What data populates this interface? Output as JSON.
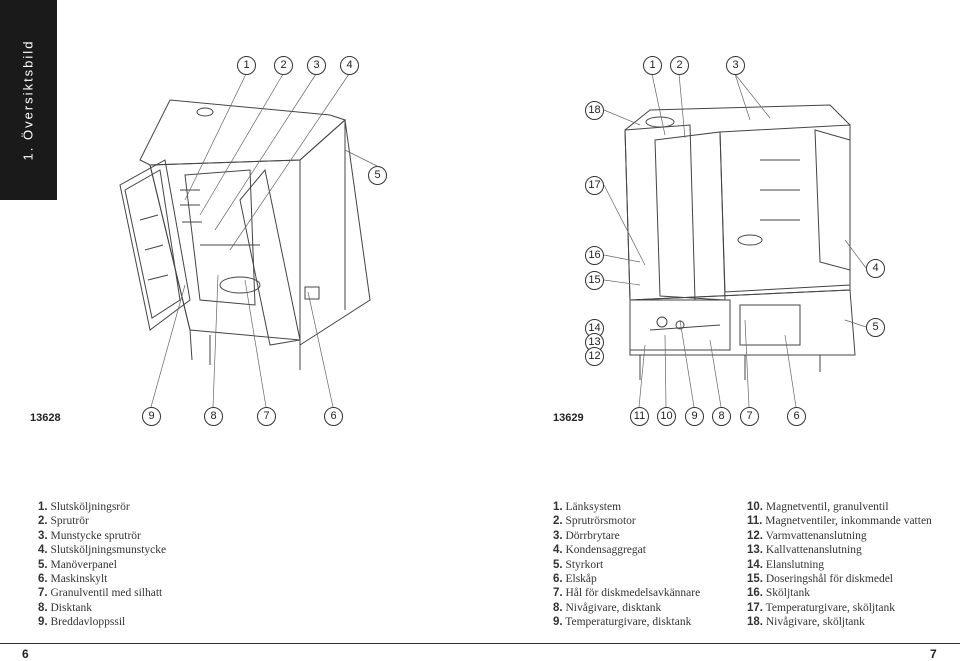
{
  "sidebar": {
    "title": "1. Översiktsbild"
  },
  "figure_left": {
    "id": "13628",
    "callouts_top": [
      "1",
      "2",
      "3",
      "4"
    ],
    "callout_side": "5",
    "callouts_bottom": [
      "9",
      "8",
      "7",
      "6"
    ]
  },
  "figure_right": {
    "id": "13629",
    "callouts_top": [
      "1",
      "2",
      "3"
    ],
    "callouts_left": [
      "18",
      "17",
      "16",
      "15",
      "14",
      "13",
      "12"
    ],
    "callouts_right": [
      "4",
      "5"
    ],
    "callouts_bottom": [
      "11",
      "10",
      "9",
      "8",
      "7",
      "6"
    ]
  },
  "list_left": [
    {
      "n": "1.",
      "t": "Slutsköljningsrör"
    },
    {
      "n": "2.",
      "t": "Sprutrör"
    },
    {
      "n": "3.",
      "t": "Munstycke sprutrör"
    },
    {
      "n": "4.",
      "t": "Slutsköljningsmunstycke"
    },
    {
      "n": "5.",
      "t": "Manöverpanel"
    },
    {
      "n": "6.",
      "t": "Maskinskylt"
    },
    {
      "n": "7.",
      "t": "Granulventil med silhatt"
    },
    {
      "n": "8.",
      "t": "Disktank"
    },
    {
      "n": "9.",
      "t": "Breddavloppssil"
    }
  ],
  "list_middle": [
    {
      "n": "1.",
      "t": "Länksystem"
    },
    {
      "n": "2.",
      "t": "Sprutrörsmotor"
    },
    {
      "n": "3.",
      "t": "Dörrbrytare"
    },
    {
      "n": "4.",
      "t": "Kondensaggregat"
    },
    {
      "n": "5.",
      "t": "Styrkort"
    },
    {
      "n": "6.",
      "t": "Elskåp"
    },
    {
      "n": "7.",
      "t": "Hål för diskmedelsavkännare"
    },
    {
      "n": "8.",
      "t": "Nivågivare, disktank"
    },
    {
      "n": "9.",
      "t": "Temperaturgivare, disktank"
    }
  ],
  "list_right": [
    {
      "n": "10.",
      "t": "Magnetventil, granulventil"
    },
    {
      "n": "11.",
      "t": "Magnetventiler, inkommande vatten"
    },
    {
      "n": "12.",
      "t": "Varmvattenanslutning"
    },
    {
      "n": "13.",
      "t": "Kallvattenanslutning"
    },
    {
      "n": "14.",
      "t": "Elanslutning"
    },
    {
      "n": "15.",
      "t": "Doseringshål för diskmedel"
    },
    {
      "n": "16.",
      "t": "Sköljtank"
    },
    {
      "n": "17.",
      "t": "Temperaturgivare, sköljtank"
    },
    {
      "n": "18.",
      "t": "Nivågivare, sköljtank"
    }
  ],
  "footer": {
    "page_left": "6",
    "page_right": "7"
  }
}
